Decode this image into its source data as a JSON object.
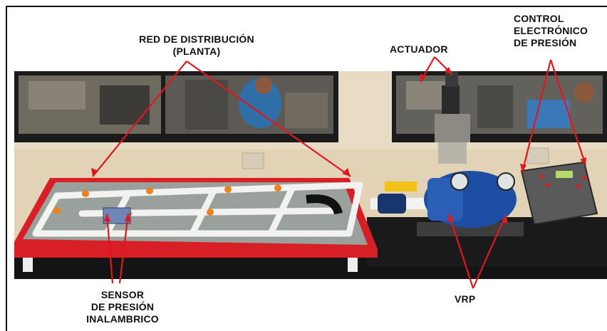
{
  "labels": {
    "red_distribucion": [
      "RED DE DISTRIBUCIÓN",
      "(PLANTA)"
    ],
    "actuador": "ACTUADOR",
    "control": [
      "CONTROL",
      "ELECTRÓNICO",
      "DE PRESIÓN"
    ],
    "sensor": [
      "SENSOR",
      "DE PRESIÓN",
      "INALAMBRICO"
    ],
    "vrp": "VRP"
  },
  "colors": {
    "arrow": "#e0181e",
    "table_top": "#d91f26",
    "pvc": "#f2f2f0",
    "valve_blue": "#1c4fa3",
    "wall": "#e9dcc4"
  }
}
